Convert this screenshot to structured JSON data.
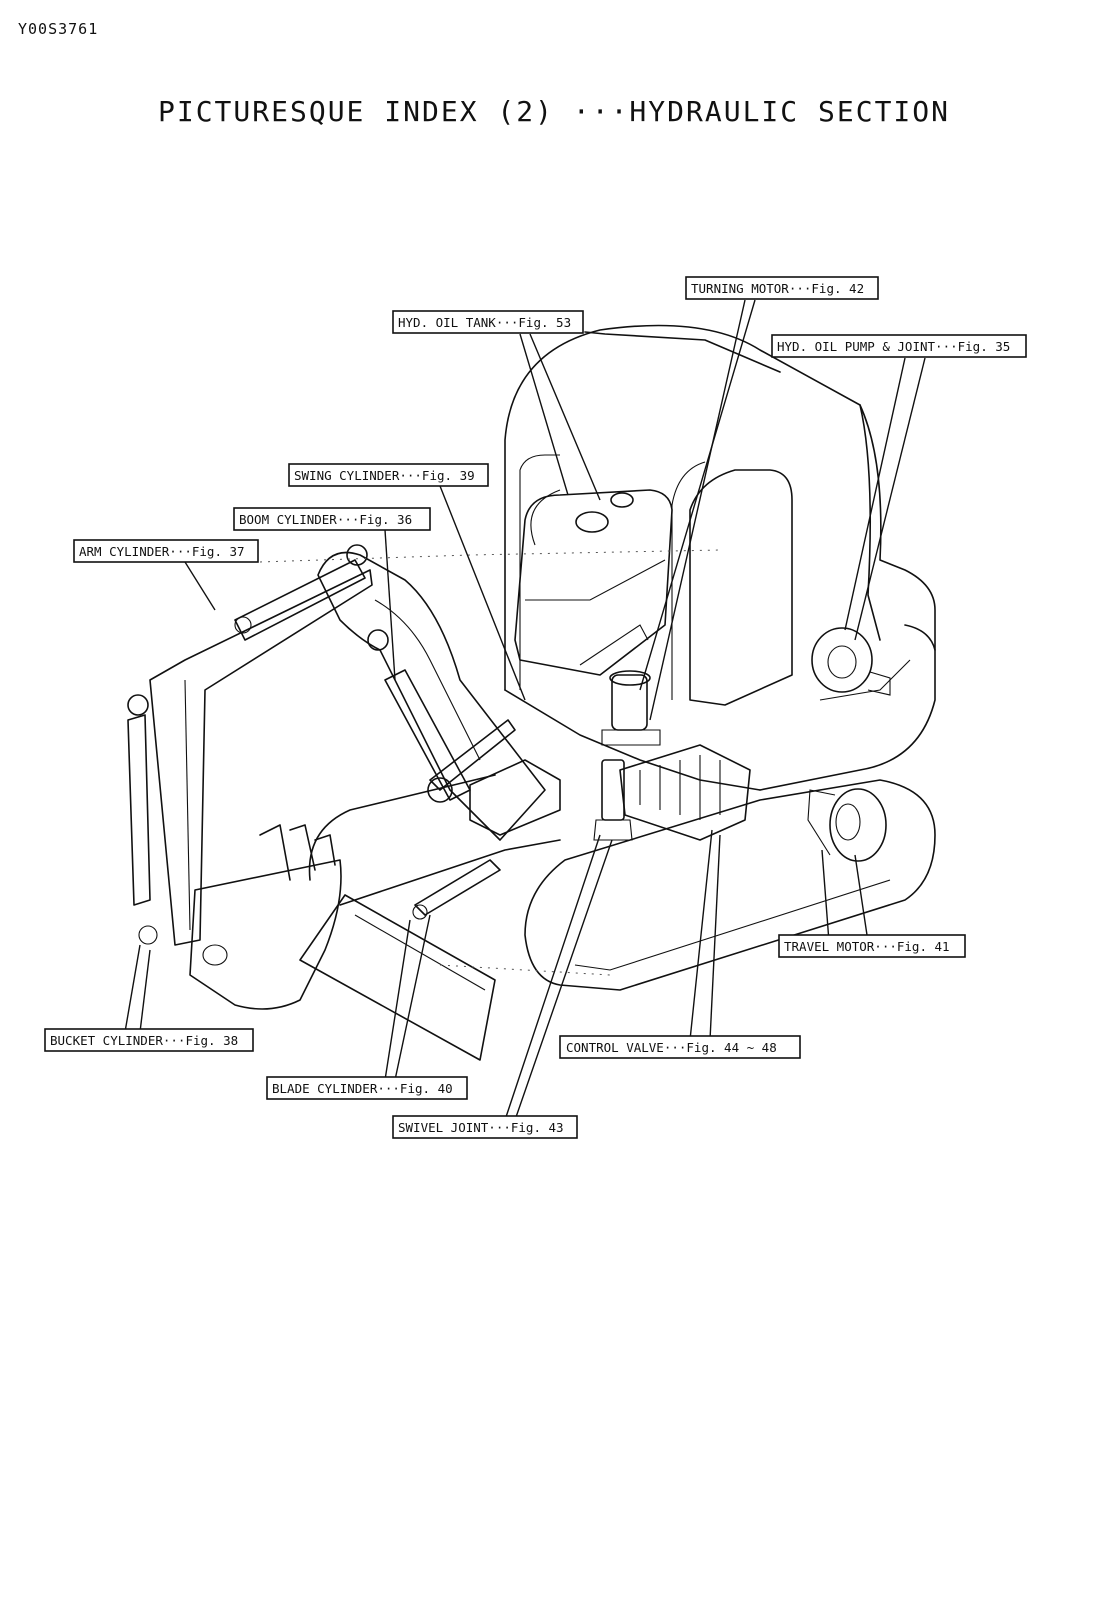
{
  "page": {
    "doc_id": "Y00S3761",
    "title": "PICTURESQUE INDEX (2) ···HYDRAULIC SECTION"
  },
  "callouts": {
    "turning_motor": "TURNING MOTOR···Fig. 42",
    "hyd_oil_tank": "HYD. OIL TANK···Fig. 53",
    "hyd_oil_pump": "HYD. OIL PUMP & JOINT···Fig. 35",
    "swing_cylinder": "SWING CYLINDER···Fig. 39",
    "boom_cylinder": "BOOM CYLINDER···Fig. 36",
    "arm_cylinder": "ARM CYLINDER···Fig. 37",
    "travel_motor": "TRAVEL MOTOR···Fig. 41",
    "bucket_cylinder": "BUCKET CYLINDER···Fig. 38",
    "control_valve": "CONTROL VALVE···Fig. 44 ~ 48",
    "blade_cylinder": "BLADE CYLINDER···Fig. 40",
    "swivel_joint": "SWIVEL JOINT···Fig. 43"
  }
}
